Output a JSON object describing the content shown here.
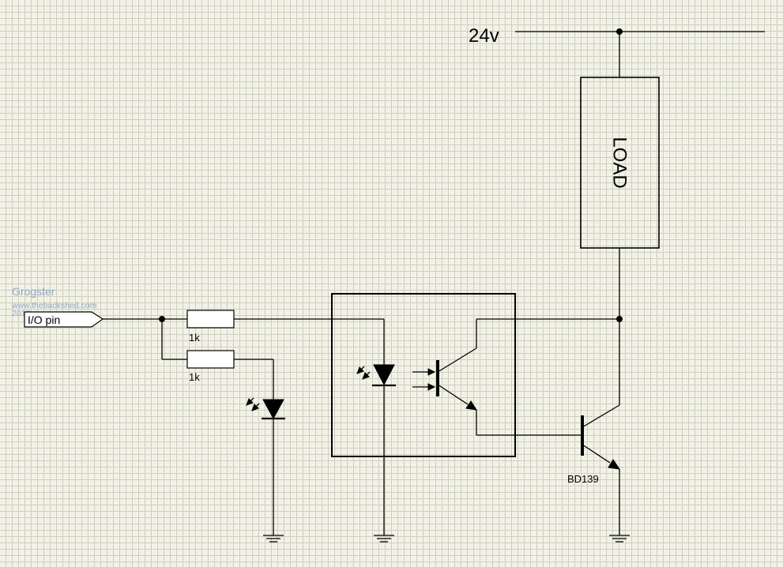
{
  "supply": {
    "label": "24v"
  },
  "load": {
    "label": "LOAD"
  },
  "io_pin": {
    "label": "I/O pin"
  },
  "resistors": [
    {
      "value": "1k"
    },
    {
      "value": "1k"
    }
  ],
  "transistor": {
    "label": "BD139"
  },
  "watermark": {
    "author": "Grogster",
    "site": "www.thebackshed.com",
    "year": "2016"
  }
}
